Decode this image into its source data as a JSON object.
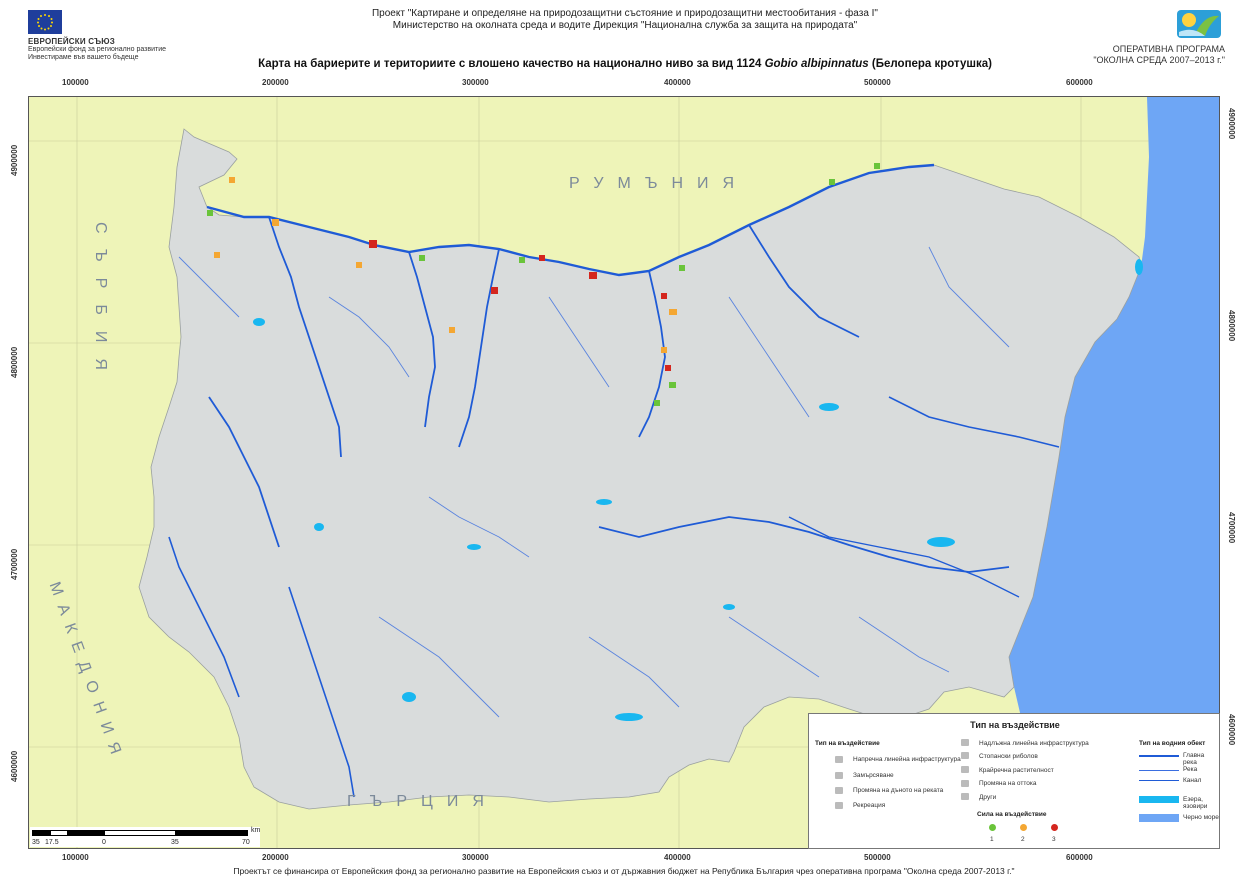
{
  "header": {
    "project_line1": "Проект \"Картиране и определяне на природозащитни състояние и  природозащитни местообитания - фаза I\"",
    "project_line2": "Министерство на околната среда и водите Дирекция \"Национална служба за защита на природата\"",
    "map_title_prefix": "Карта на бариерите и териториите с влошено качество на национално ниво за вид 1124 ",
    "map_title_species": "Gobio albipinnatus",
    "map_title_suffix": " (Белопера кротушка)",
    "eu_line1": "ЕВРОПЕЙСКИ СЪЮЗ",
    "eu_line2": "Европейски фонд за регионално развитие",
    "eu_line3": "Инвестираме във вашето бъдеще",
    "op_line1": "ОПЕРАТИВНА ПРОГРАМА",
    "op_line2": "\"ОКОЛНА СРЕДА 2007–2013 г.\""
  },
  "grid": {
    "x_ticks": [
      "100000",
      "200000",
      "300000",
      "400000",
      "500000",
      "600000"
    ],
    "y_ticks": [
      "4900000",
      "4800000",
      "4700000",
      "4600000"
    ]
  },
  "countries": {
    "north": "РУМЪНИЯ",
    "west": "СЪРБИЯ",
    "southwest": "МАКЕДОНИЯ",
    "south": "ГЪРЦИЯ"
  },
  "legend": {
    "title": "Тип на въздействие",
    "impact_header": "Тип на въздействие",
    "impacts_col1": [
      "Напречна линейна инфраструктура",
      "Замърсяване",
      "Промяна на дъното на реката",
      "Рекреация"
    ],
    "impacts_col2": [
      "Надлъжна линейна инфраструктура",
      "Стопански риболов",
      "Крайречна растителност",
      "Промяна на оттока",
      "Други"
    ],
    "strength_header": "Сила на въздействие",
    "strength_levels": [
      "1",
      "2",
      "3"
    ],
    "water_header": "Тип на водния обект",
    "water_items": [
      "Главна река",
      "Река",
      "Канал",
      "Езера, язовири",
      "Черно море"
    ]
  },
  "scale_bar": {
    "labels": [
      "35",
      "17.5",
      "0",
      "35",
      "70"
    ],
    "unit": "km"
  },
  "footer": {
    "text": "Проектът се финансира от Европейския фонд за регионално развитие на Европейския съюз и от държавния бюджет на Република България чрез оперативна програма \"Околна среда 2007-2013 г.\""
  },
  "colors": {
    "land_outside": "#eef4b8",
    "bulgaria": "#d9dcdc",
    "main_river": "#1f5bd6",
    "lakes": "#19b7f0",
    "black_sea": "#6ea6f5",
    "strength_1": "#6ac43a",
    "strength_2": "#f4a733",
    "strength_3": "#d4261e"
  }
}
